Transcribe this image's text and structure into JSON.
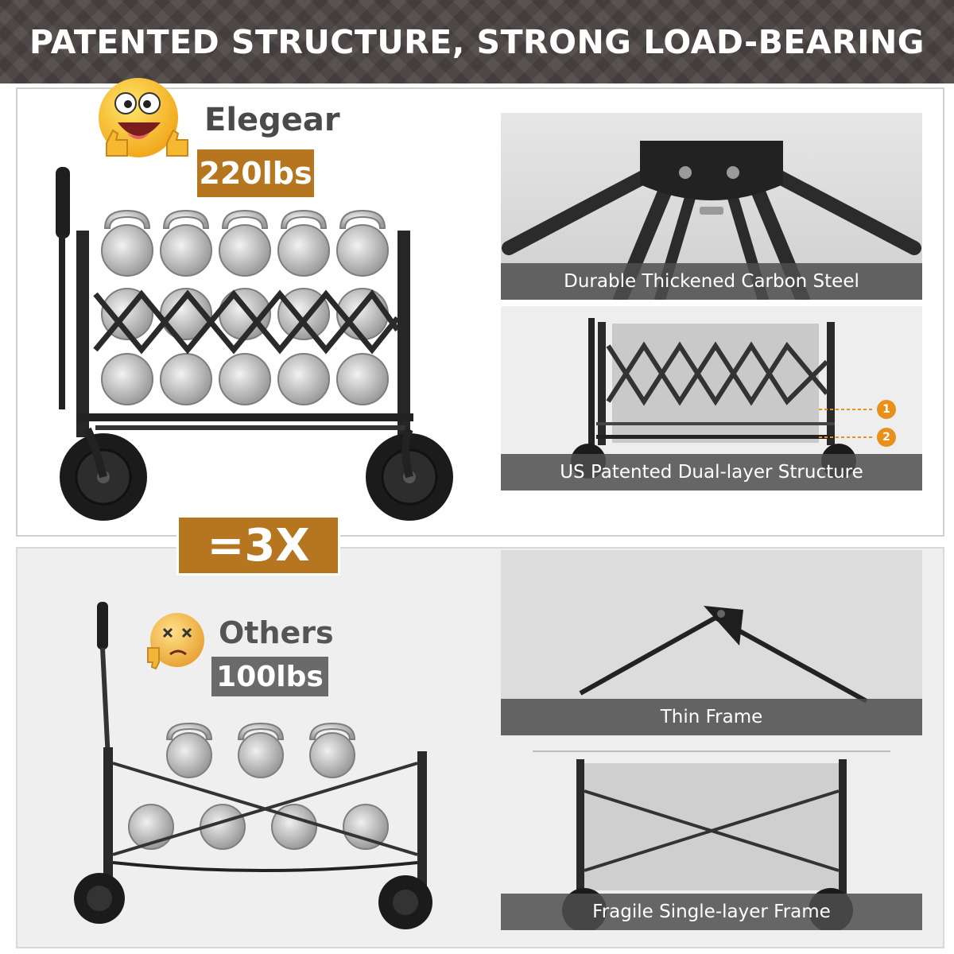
{
  "header": {
    "title": "PATENTED STRUCTURE, STRONG LOAD-BEARING"
  },
  "top": {
    "brand": "Elegear",
    "capacity": "220lbs",
    "emoji": "happy-thumbs-up-emoji",
    "photos": [
      {
        "caption": "Durable Thickened Carbon Steel"
      },
      {
        "caption": "US Patented Dual-layer Structure",
        "markers": [
          "1",
          "2"
        ]
      }
    ]
  },
  "comparison": {
    "label": "=3X"
  },
  "bottom": {
    "brand": "Others",
    "capacity": "100lbs",
    "emoji": "dizzy-thumbs-down-emoji",
    "photos": [
      {
        "caption": "Thin Frame"
      },
      {
        "caption": "Fragile Single-layer Frame"
      }
    ]
  },
  "colors": {
    "accent": "#b5761f",
    "header_bg": "#4a4543",
    "grey_badge": "#6a6a6a",
    "marker": "#e8901a"
  }
}
